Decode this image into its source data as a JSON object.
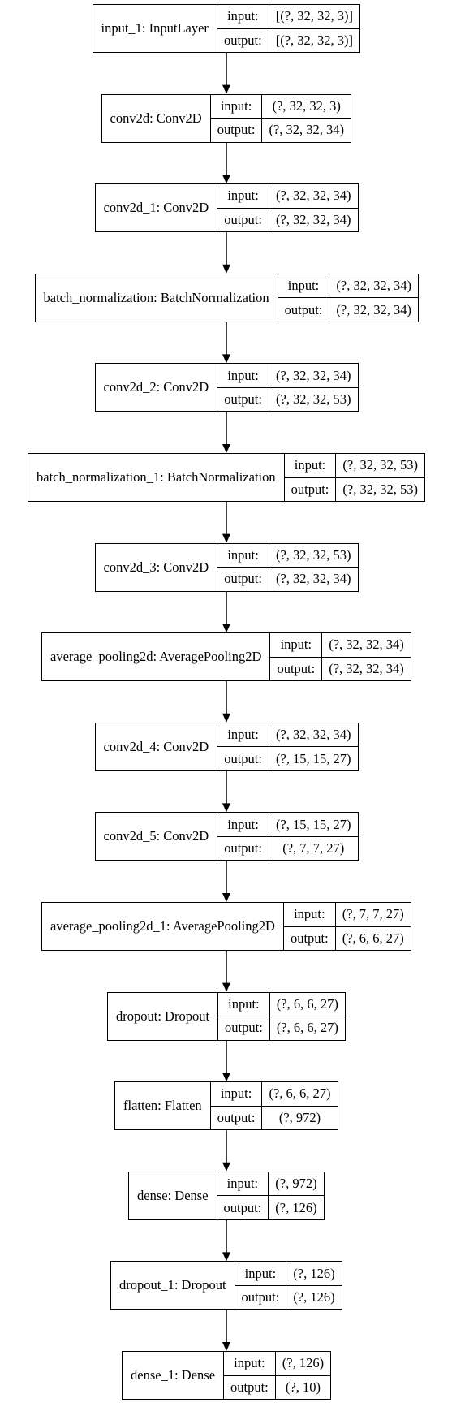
{
  "diagram": {
    "port_labels": {
      "input": "input:",
      "output": "output:"
    },
    "layers": [
      {
        "name": "input_1: InputLayer",
        "input": "[(?, 32, 32, 3)]",
        "output": "[(?, 32, 32, 3)]"
      },
      {
        "name": "conv2d: Conv2D",
        "input": "(?, 32, 32, 3)",
        "output": "(?, 32, 32, 34)"
      },
      {
        "name": "conv2d_1: Conv2D",
        "input": "(?, 32, 32, 34)",
        "output": "(?, 32, 32, 34)"
      },
      {
        "name": "batch_normalization: BatchNormalization",
        "input": "(?, 32, 32, 34)",
        "output": "(?, 32, 32, 34)"
      },
      {
        "name": "conv2d_2: Conv2D",
        "input": "(?, 32, 32, 34)",
        "output": "(?, 32, 32, 53)"
      },
      {
        "name": "batch_normalization_1: BatchNormalization",
        "input": "(?, 32, 32, 53)",
        "output": "(?, 32, 32, 53)"
      },
      {
        "name": "conv2d_3: Conv2D",
        "input": "(?, 32, 32, 53)",
        "output": "(?, 32, 32, 34)"
      },
      {
        "name": "average_pooling2d: AveragePooling2D",
        "input": "(?, 32, 32, 34)",
        "output": "(?, 32, 32, 34)"
      },
      {
        "name": "conv2d_4: Conv2D",
        "input": "(?, 32, 32, 34)",
        "output": "(?, 15, 15, 27)"
      },
      {
        "name": "conv2d_5: Conv2D",
        "input": "(?, 15, 15, 27)",
        "output": "(?, 7, 7, 27)"
      },
      {
        "name": "average_pooling2d_1: AveragePooling2D",
        "input": "(?, 7, 7, 27)",
        "output": "(?, 6, 6, 27)"
      },
      {
        "name": "dropout: Dropout",
        "input": "(?, 6, 6, 27)",
        "output": "(?, 6, 6, 27)"
      },
      {
        "name": "flatten: Flatten",
        "input": "(?, 6, 6, 27)",
        "output": "(?, 972)"
      },
      {
        "name": "dense: Dense",
        "input": "(?, 972)",
        "output": "(?, 126)"
      },
      {
        "name": "dropout_1: Dropout",
        "input": "(?, 126)",
        "output": "(?, 126)"
      },
      {
        "name": "dense_1: Dense",
        "input": "(?, 126)",
        "output": "(?, 10)"
      }
    ]
  }
}
